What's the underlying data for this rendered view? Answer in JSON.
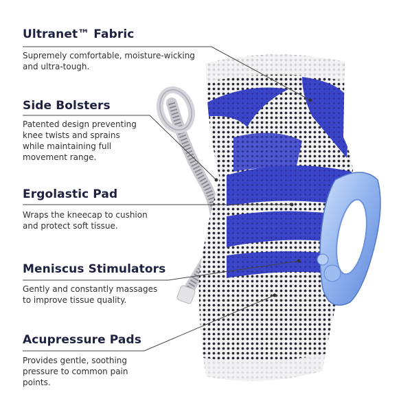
{
  "features": [
    {
      "title": "Ultranet™ Fabric",
      "desc_lines": [
        "Supremely comfortable, moisture-wicking",
        "and ultra-tough."
      ]
    },
    {
      "title": "Side Bolsters",
      "desc_lines": [
        "Patented design preventing",
        "knee twists and sprains",
        "while maintaining full",
        "movement range."
      ]
    },
    {
      "title": "Ergolastic Pad",
      "desc_lines": [
        "Wraps the kneecap to cushion",
        "and protect soft tissue."
      ]
    },
    {
      "title": "Meniscus Stimulators",
      "desc_lines": [
        "Gently and constantly massages",
        "to improve tissue quality."
      ]
    },
    {
      "title": "Acupressure Pads",
      "desc_lines": [
        "Provides gentle, soothing",
        "pressure to common pain",
        "points."
      ]
    }
  ],
  "colors": {
    "title": "#1e2140",
    "brace_blue": "#3a44c9",
    "mesh_white": "#f2f2f4",
    "mesh_dots": "#2a2a36",
    "pad_blue": "#7fa3e6",
    "leader_line": "#444444"
  }
}
